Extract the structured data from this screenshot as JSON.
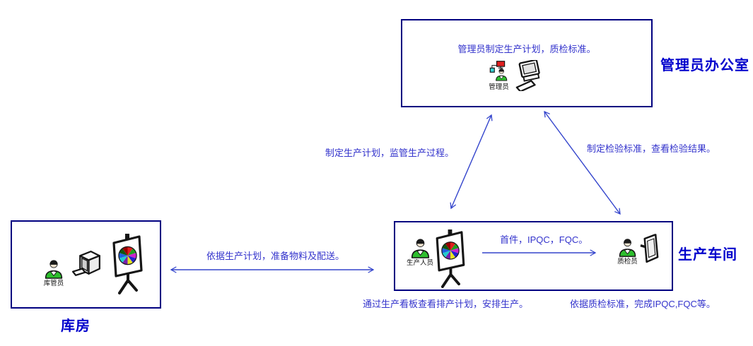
{
  "colors": {
    "box_border": "#000080",
    "text_blue": "#3333cc",
    "location_label_blue": "#0000cc",
    "arrow_blue": "#3344cc",
    "person_green": "#2dbe2d"
  },
  "office": {
    "note": "管理员制定生产计划，质检标准。",
    "admin_caption": "管理员",
    "location_label": "管理员办公室"
  },
  "workshop": {
    "producer_caption": "生产人员",
    "inspector_caption": "质检员",
    "internal_arrow_label": "首件，IPQC，FQC。",
    "location_label": "生产车间",
    "note_left": "通过生产看板查看排产计划，安排生产。",
    "note_right": "依据质检标准，完成IPQC,FQC等。"
  },
  "warehouse": {
    "keeper_caption": "库管员",
    "location_label": "库房"
  },
  "arrow_labels": {
    "office_workshop_left": "制定生产计划，监管生产过程。",
    "office_workshop_right": "制定检验标准，查看检验结果。",
    "warehouse_workshop": "依据生产计划，准备物料及配送。"
  }
}
